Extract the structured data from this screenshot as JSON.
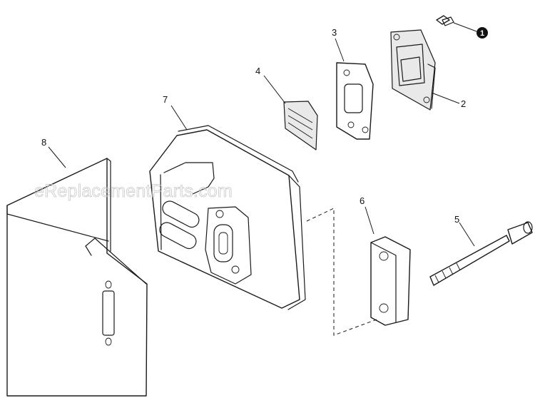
{
  "watermark": "eReplacementParts.com",
  "reference_note": "1",
  "callouts": {
    "p2": "2",
    "p3": "3",
    "p4": "4",
    "p5": "5",
    "p6": "6",
    "p7": "7",
    "p8": "8"
  },
  "colors": {
    "line": "#1a1a1a",
    "shade": "#e9e9e9",
    "watermark": "#c8c8c8"
  }
}
